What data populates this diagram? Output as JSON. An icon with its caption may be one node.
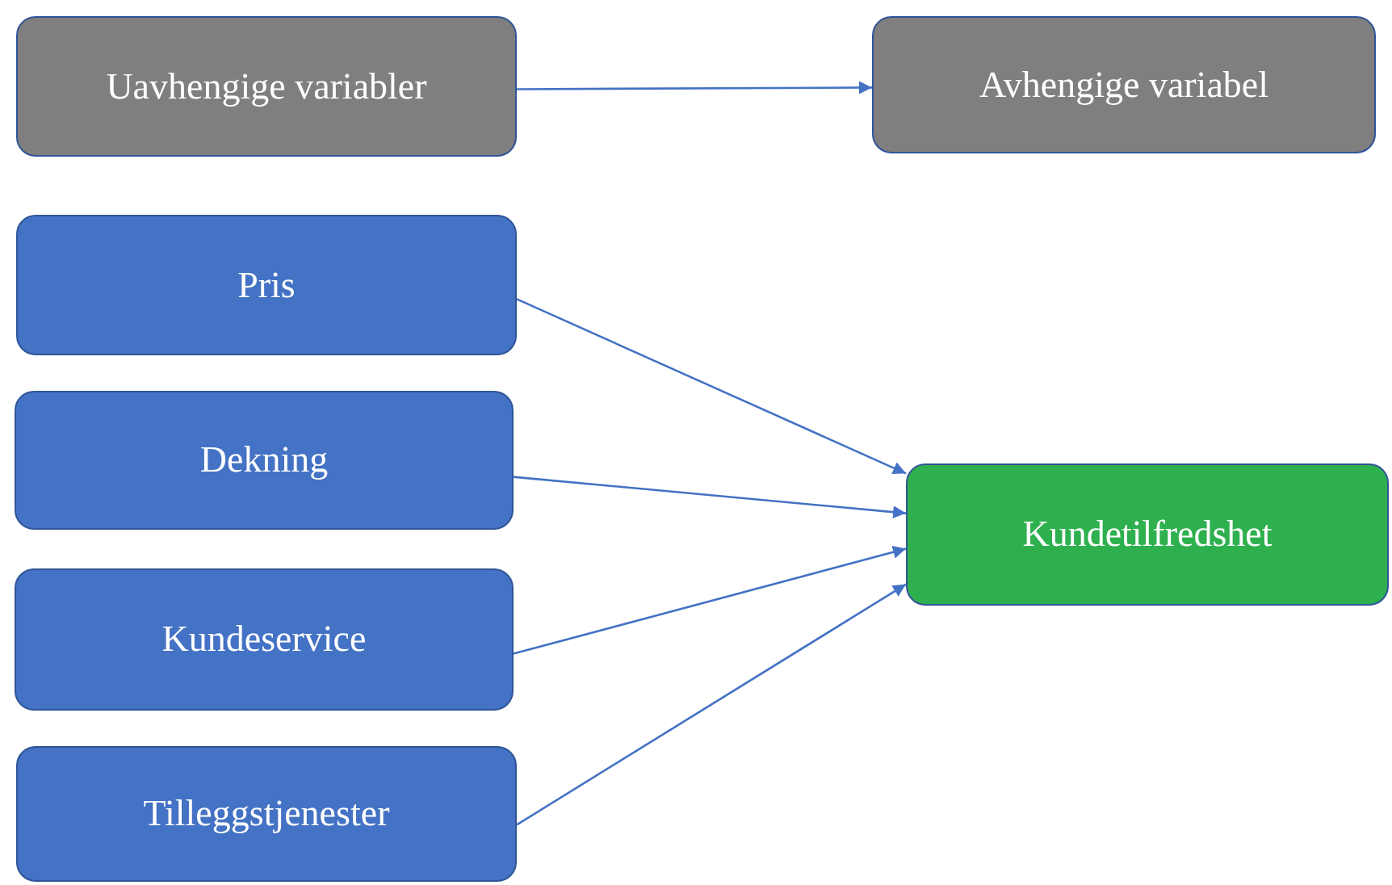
{
  "diagram": {
    "nodes": [
      {
        "text": [
          "Uavhengige variabler"
        ]
      },
      {
        "text": [
          "Avhengige variabel"
        ]
      },
      {
        "text": [
          "Pris"
        ]
      },
      {
        "text": [
          "Dekning"
        ]
      },
      {
        "text": [
          "Kundeservice"
        ]
      },
      {
        "text": [
          "Tilleggstjenester"
        ]
      },
      {
        "text": [
          "Kundetilfredshet"
        ]
      }
    ],
    "edges": [
      {
        "from": 0,
        "to": 1,
        "arrow": "to"
      },
      {
        "from": 2,
        "to": 6,
        "arrow": "to"
      },
      {
        "from": 3,
        "to": 6,
        "arrow": "to"
      },
      {
        "from": 4,
        "to": 6,
        "arrow": "to"
      },
      {
        "from": 5,
        "to": 6,
        "arrow": "to"
      }
    ]
  }
}
